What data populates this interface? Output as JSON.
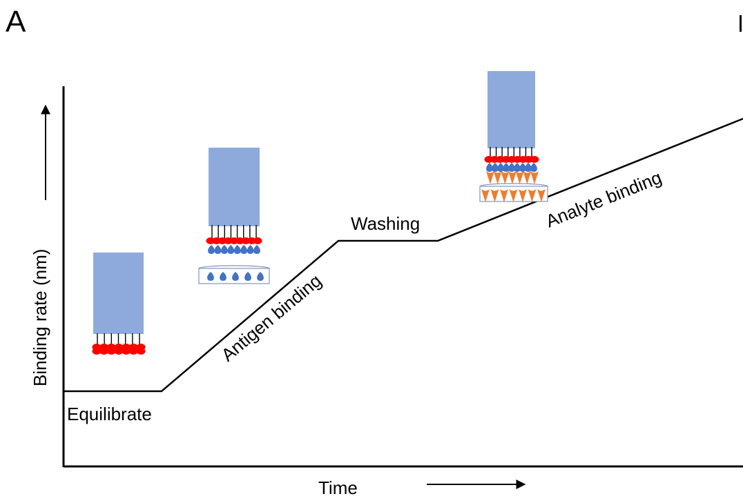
{
  "panel_letter": "A",
  "axes": {
    "y_label": "Binding rate (nm)",
    "x_label": "Time"
  },
  "phases": [
    {
      "key": "equilibrate",
      "label": "Equilibrate"
    },
    {
      "key": "antigen",
      "label": "Antigen binding"
    },
    {
      "key": "washing",
      "label": "Washing"
    },
    {
      "key": "analyte",
      "label": "Analyte binding"
    }
  ],
  "colors": {
    "sensor": "#8eaadc",
    "ligand": "#ff0000",
    "antigen": "#4472c4",
    "analyte": "#ed7d31",
    "line": "#000000",
    "well_border": "#7f94b8"
  },
  "icons": {
    "sensor": "biosensor-tip-icon",
    "well": "sample-well-icon",
    "up_arrow": "arrow-up-icon",
    "right_arrow": "arrow-right-icon"
  }
}
